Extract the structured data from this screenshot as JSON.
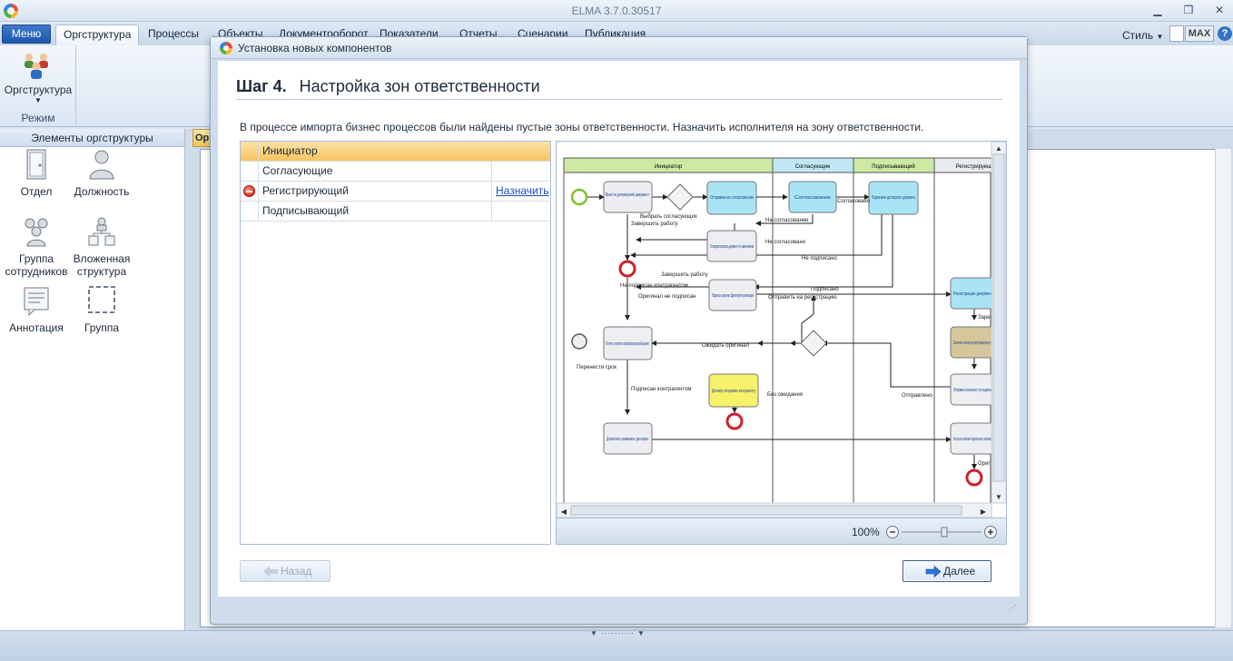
{
  "app": {
    "title": "ELMA 3.7.0.30517"
  },
  "menubar": {
    "menu_label": "Меню",
    "tabs": [
      "Оргструктура",
      "Процессы",
      "Объекты",
      "Документооборот",
      "Показатели",
      "Отчеты",
      "Сценарии",
      "Публикация"
    ],
    "active_tab": "Оргструктура",
    "style_label": "Стиль",
    "max_label": "MAX",
    "help_label": "?"
  },
  "ribbon": {
    "button_label": "Оргструктура",
    "group_label": "Режим"
  },
  "sidebar": {
    "header": "Элементы оргструктуры",
    "items": [
      {
        "label": "Отдел",
        "icon": "door-icon"
      },
      {
        "label": "Должность",
        "icon": "person-icon"
      },
      {
        "label": "Группа сотрудников",
        "icon": "people-group-icon"
      },
      {
        "label": "Вложенная структура",
        "icon": "nested-structure-icon"
      },
      {
        "label": "Аннотация",
        "icon": "annotation-icon"
      },
      {
        "label": "Группа",
        "icon": "dashed-group-icon"
      }
    ]
  },
  "document_tab": {
    "label": "Ор"
  },
  "dialog": {
    "title": "Установка новых компонентов",
    "step_number": "Шаг 4.",
    "step_title": "Настройка зон ответственности",
    "description": "В процессе импорта бизнес процессов были найдены пустые зоны ответственности. Назначить исполнителя на зону ответственности.",
    "roles": [
      {
        "name": "Инициатор",
        "selected": true,
        "warning": false,
        "action": ""
      },
      {
        "name": "Согласующие",
        "selected": false,
        "warning": false,
        "action": ""
      },
      {
        "name": "Регистрирующий",
        "selected": false,
        "warning": true,
        "action": "Назначить"
      },
      {
        "name": "Подписывающий",
        "selected": false,
        "warning": false,
        "action": ""
      }
    ],
    "zoom_label": "100%",
    "back_label": "Назад",
    "next_label": "Далее",
    "diagram": {
      "lanes": [
        "Инициатор",
        "Согласующие",
        "Подписывающий",
        "Регистрирующ"
      ],
      "tasks": {
        "t1": "Внести договорной документ",
        "t2": "Отправка на согласование",
        "t3": "Согласование",
        "t4": "Подписание договорного документа",
        "t5": "Откорректировать документ по замечаниям",
        "t6": "Подписать оригинал Директором организации",
        "t7": "Получить от контрагента подписанный договорной документ",
        "t8": "Договор отправлен контрагенту",
        "t9": "Дополнить реквизиты договора",
        "t10": "Регистрация документа",
        "t11": "Заполнить ссылку на регистрационную карту",
        "t12": "Отправить контрагенту на подписание",
        "t13": "Контроль наличия подписанного экземпляра"
      },
      "edges": {
        "e1": "Выбрать согласующих",
        "e2": "Завершить работу",
        "e3": "На согласование",
        "e4": "Не согласовано",
        "e5": "Не подписано",
        "e6": "Завершить работу",
        "e7": "Не подписан контрагентом",
        "e8": "Оригинал не подписан",
        "e9": "Подписано",
        "e10": "Отправить на регистрацию",
        "e11": "Ожидать оригинал",
        "e12": "Перенести срок",
        "e13": "Подписан контрагентом",
        "e14": "Без ожидания",
        "e15": "Отправлено",
        "e16": "Согласовано",
        "e17": "Заре",
        "e18": "Ориг"
      }
    }
  }
}
